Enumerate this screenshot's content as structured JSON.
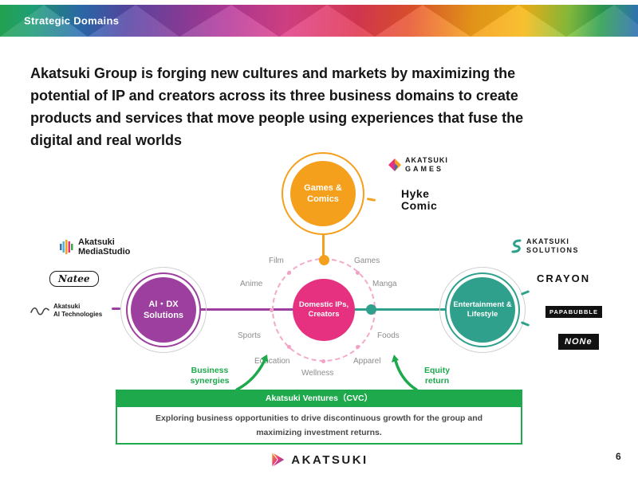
{
  "colors": {
    "green": "#1EA94D",
    "orange": "#F5A01C",
    "purple": "#9C3F9F",
    "pink": "#E5317F",
    "teal": "#2FA08C"
  },
  "banner": {
    "title": "Strategic Domains"
  },
  "headline": {
    "line1": "Akatsuki Group is forging new cultures and markets by maximizing the",
    "line2": "potential of IP and creators across its three business domains to create",
    "line3": "products and services that move people using experiences that fuse the",
    "line4": "digital and real worlds"
  },
  "diagram": {
    "games_circle": {
      "line1": "Games &",
      "line2": "Comics"
    },
    "aidx_circle": {
      "line1": "AI・DX",
      "line2": "Solutions"
    },
    "center_circle": {
      "line1": "Domestic IPs,",
      "line2": "Creators"
    },
    "entertainment_circle": {
      "line1": "Entertainment &",
      "line2": "Lifestyle"
    },
    "categories": [
      "Film",
      "Games",
      "Anime",
      "Manga",
      "Sports",
      "Foods",
      "Education",
      "Wellness",
      "Apparel"
    ],
    "business_synergies": {
      "line1": "Business",
      "line2": "synergies"
    },
    "equity_return": {
      "line1": "Equity",
      "line2": "return"
    }
  },
  "logos": {
    "media_studio": {
      "line1": "Akatsuki",
      "line2": "MediaStudio"
    },
    "natee": {
      "text": "Natee"
    },
    "ai_technologies": {
      "line1": "Akatsuki",
      "line2": "AI Technologies"
    },
    "akatsuki_games": {
      "line1": "AKATSUKI",
      "line2": "GAMES"
    },
    "hyke_comic": {
      "line1": "Hyke",
      "line2": "Comic"
    },
    "akatsuki_solutions": {
      "line1": "AKATSUKI",
      "line2": "SOLUTIONS"
    },
    "crayon": {
      "text": "CRAYON"
    },
    "papabubble": {
      "text": "PAPABUBBLE"
    },
    "none": {
      "text": "NONe"
    }
  },
  "ventures": {
    "title": "Akatsuki Ventures（CVC）",
    "desc_line1": "Exploring business opportunities to drive discontinuous growth for the group and",
    "desc_line2": "maximizing investment returns."
  },
  "footer": {
    "brand": "AKATSUKI",
    "page_number": "6"
  }
}
